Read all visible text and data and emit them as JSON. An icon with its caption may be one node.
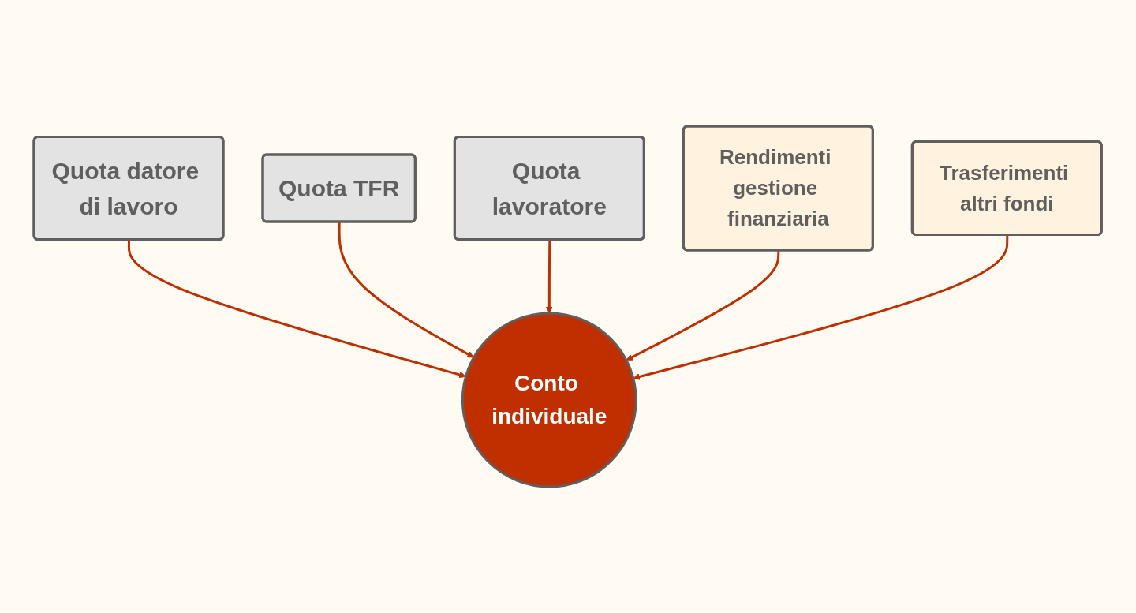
{
  "diagram": {
    "nodes": [
      {
        "text": [
          "Quota datore di lavoro"
        ]
      },
      {
        "text": [
          "Quota TFR"
        ]
      },
      {
        "text": [
          "Quota lavoratore"
        ]
      },
      {
        "text": [
          "Conto individuale"
        ]
      },
      {
        "text": [
          "Rendimenti gestione finanziaria"
        ]
      },
      {
        "text": [
          "Trasferimenti altri fondi"
        ]
      }
    ],
    "edges": [
      {
        "from": 0,
        "to": 3,
        "arrow": "to",
        "color": "#bf2f00"
      },
      {
        "from": 1,
        "to": 3,
        "arrow": "to",
        "color": "#bf2f00"
      },
      {
        "from": 2,
        "to": 3,
        "arrow": "to",
        "color": "#bf2f00"
      },
      {
        "from": 4,
        "to": 3,
        "arrow": "to",
        "color": "#bf2f00"
      },
      {
        "from": 5,
        "to": 3,
        "arrow": "to",
        "color": "#bf2f00"
      }
    ]
  }
}
